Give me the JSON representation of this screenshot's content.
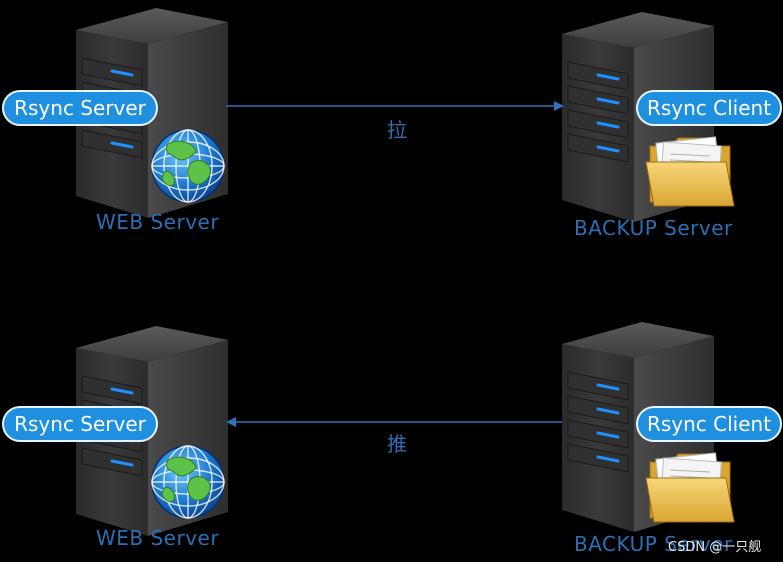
{
  "nodes": {
    "web_top": {
      "title": "WEB Server",
      "role": "Rsync Server",
      "icon": "globe-icon"
    },
    "backup_top": {
      "title": "BACKUP Server",
      "role": "Rsync Client",
      "icon": "folder-icon"
    },
    "web_bot": {
      "title": "WEB Server",
      "role": "Rsync Server",
      "icon": "globe-icon"
    },
    "backup_bot": {
      "title": "BACKUP Server",
      "role": "Rsync Client",
      "icon": "folder-icon"
    }
  },
  "edges": {
    "pull": {
      "label": "拉",
      "from": "web_top",
      "to": "backup_top"
    },
    "push": {
      "label": "推",
      "from": "backup_bot",
      "to": "web_bot"
    }
  },
  "watermark": "CSDN @一只舰",
  "colors": {
    "background": "#000000",
    "label_text": "#2d6fb3",
    "pill_fill": "#1f8fe0",
    "arrow": "#2f72b8"
  }
}
